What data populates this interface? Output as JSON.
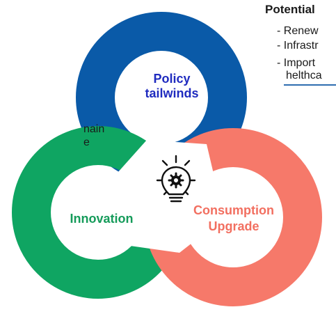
{
  "diagram": {
    "circles": [
      {
        "name": "policy",
        "label_lines": [
          "Policy",
          "tailwinds"
        ],
        "color": "#0a5aa8",
        "text_color": "#1f2bbf"
      },
      {
        "name": "innovation",
        "label_lines": [
          "Innovation"
        ],
        "color": "#0fa562",
        "text_color": "#159b5a"
      },
      {
        "name": "consumption",
        "label_lines": [
          "Consumption",
          "Upgrade"
        ],
        "color": "#f6796a",
        "text_color": "#f26f60"
      }
    ],
    "center_icon": "lightbulb-gear-icon",
    "icon_color": "#111111"
  },
  "potential": {
    "title": "Potential",
    "bullets": [
      "- Renew",
      "- Infrastr",
      "- Import",
      "helthca"
    ]
  },
  "left_fragments": [
    "nain",
    "e"
  ]
}
